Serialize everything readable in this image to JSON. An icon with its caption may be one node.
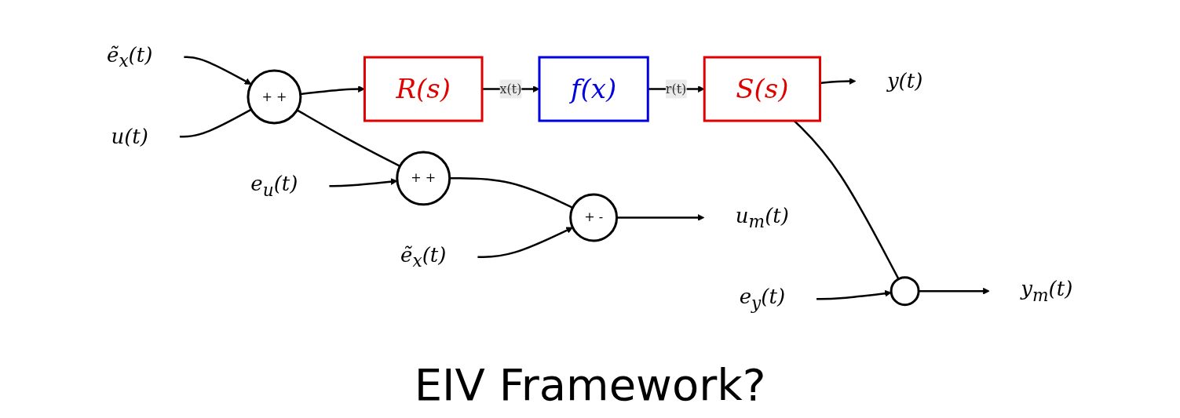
{
  "diagram": {
    "title": "EIV Framework?",
    "nodes": [
      {
        "text": [
          "ẽ$_{x}$(t)"
        ]
      },
      {
        "text": [
          "u(t)"
        ]
      },
      {
        "text": [
          "+",
          "+"
        ]
      },
      {
        "text": [
          "R(s)"
        ]
      },
      {
        "text": [
          "f(x)"
        ]
      },
      {
        "text": [
          "S(s)"
        ]
      },
      {
        "text": [
          "y(t)"
        ]
      },
      {
        "text": [
          "e$_{u}$(t)"
        ]
      },
      {
        "text": [
          "+",
          "+"
        ]
      },
      {
        "text": [
          "ẽ$_{x}$(t)"
        ]
      },
      {
        "text": [
          "+",
          "-"
        ]
      },
      {
        "text": [
          "u$_{m}$(t)"
        ]
      },
      {
        "text": [
          "e$_{y}$(t)"
        ]
      },
      {
        "text": [],
        "shape": "circle"
      },
      {
        "text": [
          "y$_{m}$(t)"
        ]
      }
    ],
    "edges": [
      {
        "from": 0,
        "to": 2,
        "arrow": "to"
      },
      {
        "from": 1,
        "to": 2,
        "arrow": "none"
      },
      {
        "from": 2,
        "to": 3,
        "arrow": "to"
      },
      {
        "from": 2,
        "to": 8,
        "arrow": "none"
      },
      {
        "from": 3,
        "to": 4,
        "arrow": "to",
        "label": "x(t)"
      },
      {
        "from": 4,
        "to": 5,
        "arrow": "to",
        "label": "r(t)"
      },
      {
        "from": 5,
        "to": 6,
        "arrow": "to"
      },
      {
        "from": 5,
        "to": 13,
        "arrow": "none"
      },
      {
        "from": 7,
        "to": 8,
        "arrow": "to"
      },
      {
        "from": 8,
        "to": 10,
        "arrow": "none"
      },
      {
        "from": 9,
        "to": 10,
        "arrow": "to"
      },
      {
        "from": 10,
        "to": 11,
        "arrow": "to"
      },
      {
        "from": 12,
        "to": 13,
        "arrow": "to"
      },
      {
        "from": 13,
        "to": 14,
        "arrow": "to"
      }
    ]
  }
}
